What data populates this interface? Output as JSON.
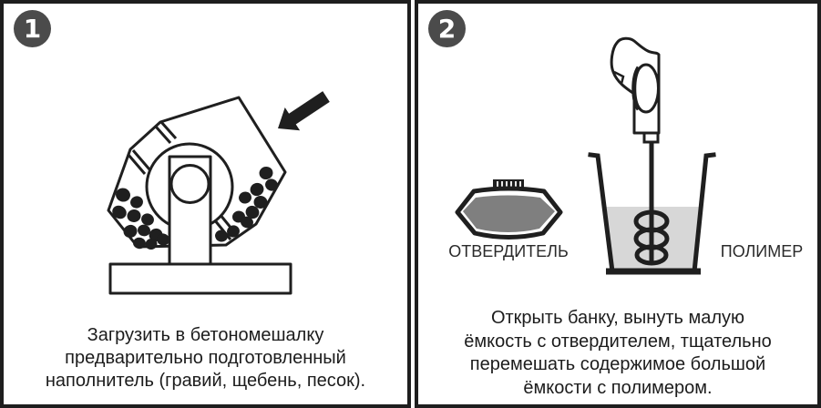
{
  "colors": {
    "ink": "#1f1f1f",
    "border": "#1e1e1e",
    "badge_bg": "#4b4b4b",
    "badge_text": "#ffffff",
    "can_fill": "#7f7f7f",
    "liquid_fill": "#d7d7d7",
    "caption_text": "#1c1c1c"
  },
  "panel1": {
    "badge": "1",
    "illustration": "concrete-mixer-with-aggregate-and-arrow",
    "caption_lines": [
      "Загрузить в бетономешалку",
      "предварительно подготовленный",
      "наполнитель (гравий, щебень, песок)."
    ]
  },
  "panel2": {
    "badge": "2",
    "illustration": "drill-mixer-hardener-can-and-polymer-bucket",
    "labels": {
      "hardener": "ОТВЕРДИТЕЛЬ",
      "polymer": "ПОЛИМЕР"
    },
    "caption_lines": [
      "Открыть банку, вынуть малую",
      "ёмкость с отвердителем, тщательно",
      "перемешать содержимое большой",
      "ёмкости с полимером."
    ]
  }
}
